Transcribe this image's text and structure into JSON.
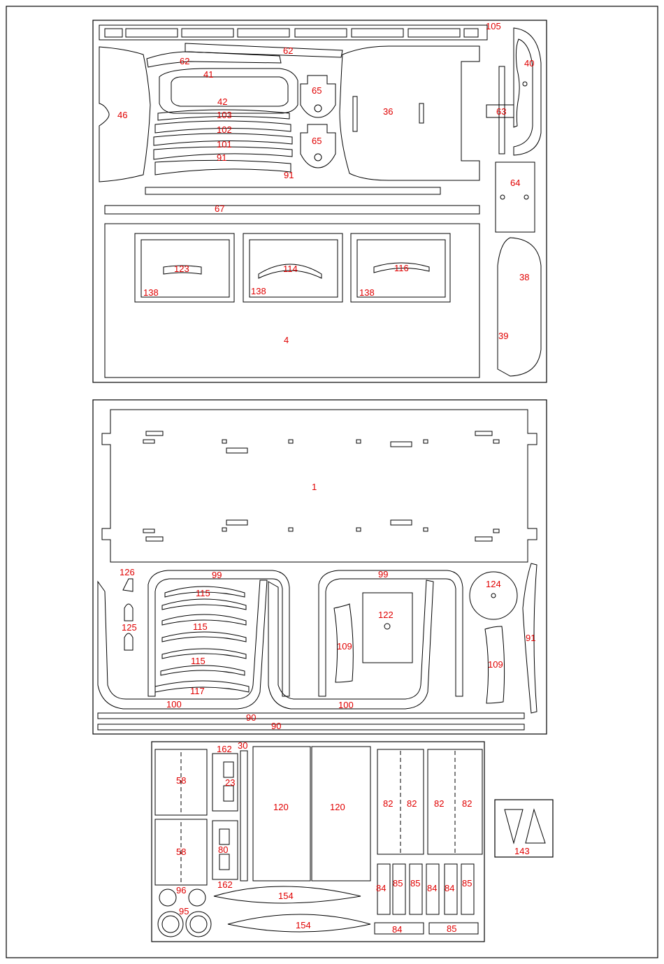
{
  "colors": {
    "line": "#000000",
    "label": "#e00000",
    "background": "#ffffff"
  },
  "parts": {
    "p105": "105",
    "p40": "40",
    "p62a": "62",
    "p62b": "62",
    "p41": "41",
    "p42": "42",
    "p46": "46",
    "p65a": "65",
    "p65b": "65",
    "p36": "36",
    "p63": "63",
    "p103": "103",
    "p102": "102",
    "p101": "101",
    "p91a": "91",
    "p91b": "91",
    "p67": "67",
    "p64": "64",
    "p123": "123",
    "p114": "114",
    "p116": "116",
    "p138a": "138",
    "p138b": "138",
    "p138c": "138",
    "p38": "38",
    "p39": "39",
    "p4": "4",
    "p1": "1",
    "p126": "126",
    "p125": "125",
    "p99a": "99",
    "p99b": "99",
    "p115a": "115",
    "p115b": "115",
    "p115c": "115",
    "p117": "117",
    "p124": "124",
    "p122": "122",
    "p109a": "109",
    "p109b": "109",
    "p91c": "91",
    "p100a": "100",
    "p100b": "100",
    "p90a": "90",
    "p90b": "90",
    "p30": "30",
    "p162a": "162",
    "p162b": "162",
    "p23": "23",
    "p58a": "58",
    "p58b": "58",
    "p80": "80",
    "p120a": "120",
    "p120b": "120",
    "p82a": "82",
    "p82b": "82",
    "p82c": "82",
    "p82d": "82",
    "p84a": "84",
    "p84b": "84",
    "p84c": "84",
    "p84d": "84",
    "p85a": "85",
    "p85b": "85",
    "p85c": "85",
    "p85d": "85",
    "p96": "96",
    "p95": "95",
    "p154a": "154",
    "p154b": "154",
    "p143": "143"
  }
}
